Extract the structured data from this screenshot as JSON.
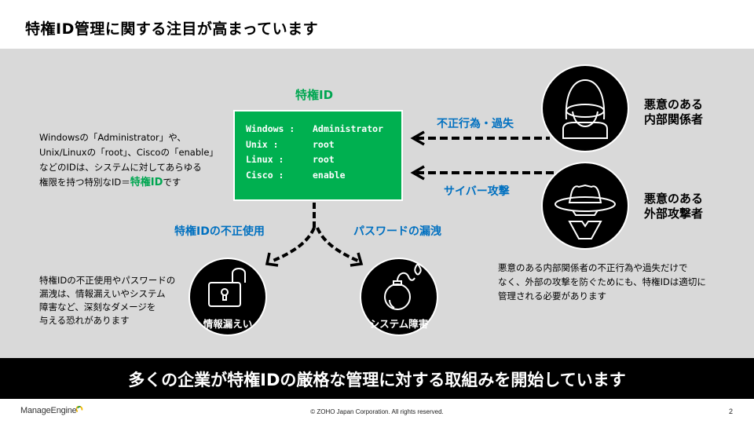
{
  "slide": {
    "title": "特権ID管理に関する注目が高まっています",
    "privileged_id": {
      "heading": "特権ID",
      "accounts": [
        {
          "system": "Windows :",
          "account": "Administrator"
        },
        {
          "system": "Unix :",
          "account": "root"
        },
        {
          "system": "Linux :",
          "account": "root"
        },
        {
          "system": "Cisco :",
          "account": "enable"
        }
      ]
    },
    "left_description": {
      "lines": [
        "Windowsの「Administrator」や、",
        "Unix/Linuxの「root」、Ciscoの「enable」",
        "などのIDは、システムに対してあらゆる"
      ],
      "last_line_prefix": "権限を持つ特別なID＝",
      "last_line_highlight": "特権ID",
      "last_line_suffix": "です"
    },
    "threats": {
      "insider_label": "不正行為・過失",
      "cyber_label": "サイバー攻撃",
      "misuse_label": "特権IDの不正使用",
      "password_leak_label": "パスワードの漏洩"
    },
    "actors": {
      "insider": {
        "line1": "悪意のある",
        "line2": "内部関係者",
        "icon": "hooded-person-icon"
      },
      "outsider": {
        "line1": "悪意のある",
        "line2": "外部攻撃者",
        "icon": "hat-spy-icon"
      }
    },
    "actors_description": [
      "悪意のある内部関係者の不正行為や過失だけで",
      "なく、外部の攻撃を防ぐためにも、特権IDは適切に",
      "管理される必要があります"
    ],
    "impacts": {
      "info_leak": {
        "caption": "情報漏えい",
        "icon": "open-padlock-icon"
      },
      "system_failure": {
        "caption": "システム障害",
        "icon": "bomb-icon"
      }
    },
    "impacts_description": [
      "特権IDの不正使用やパスワードの",
      "漏洩は、情報漏えいやシステム",
      "障害など、深刻なダメージを",
      "与える恐れがあります"
    ],
    "banner": "多くの企業が特権IDの厳格な管理に対する取組みを開始しています",
    "footer": {
      "logo": "ManageEngine",
      "copyright": "© ZOHO Japan Corporation. All rights reserved.",
      "page_number": "2"
    },
    "colors": {
      "green": "#00b050",
      "blue": "#0070c0",
      "panel": "#d9d9d9"
    }
  }
}
